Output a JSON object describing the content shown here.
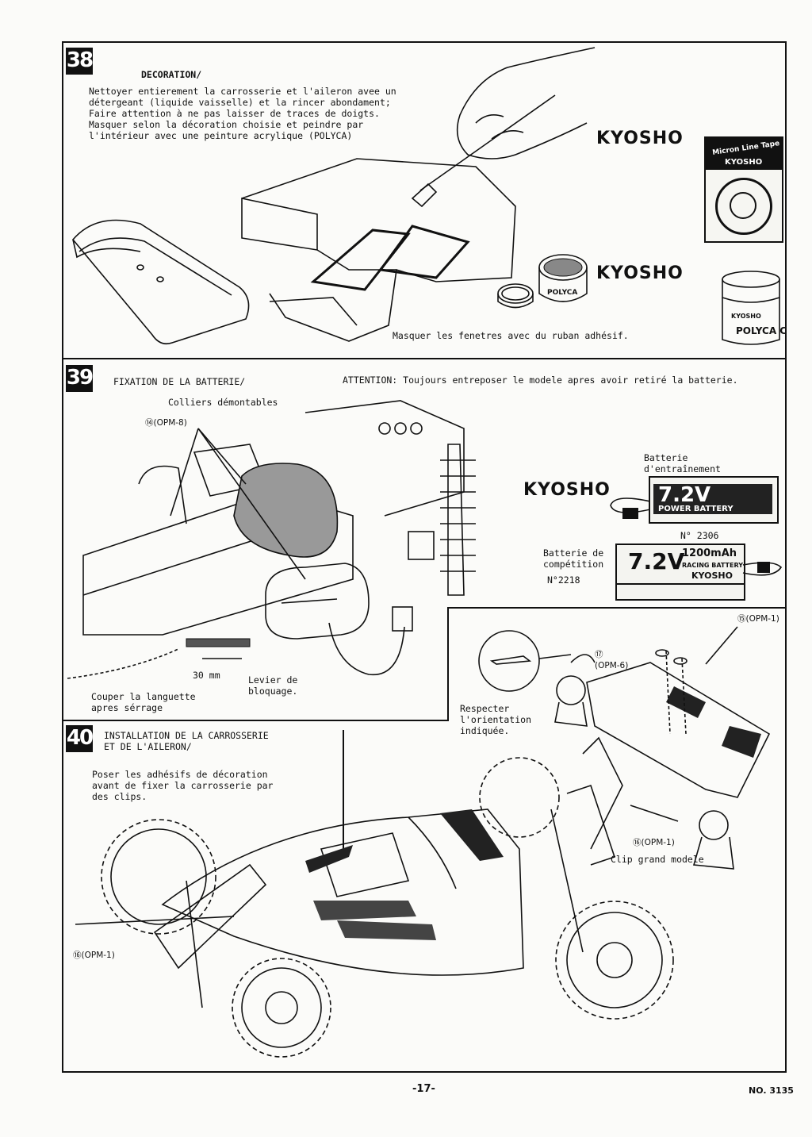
{
  "steps": {
    "s38": {
      "number": "38",
      "title": "DECORATION/",
      "body": "Nettoyer entierement la carrosserie et l'aileron avee un\ndétergeant (liquide vaisselle) et la rincer abondament;\nFaire attention à ne pas laisser de traces de doigts.\nMasquer selon la décoration choisie et peindre par\nl'intérieur avec une peinture acrylique (POLYCA)",
      "mask_note": "Masquer les fenetres avec du ruban adhésif.",
      "brand1": "KYOSHO",
      "brand2": "KYOSHO",
      "tape_label": "Micron Line Tape",
      "tape_brand": "KYOSHO",
      "paint_label": "POLYCA",
      "jar_label": "POLYCA C",
      "jar_brand": "KYOSHO"
    },
    "s39": {
      "number": "39",
      "title": "FIXATION DE LA BATTERIE/",
      "attention": "ATTENTION: Toujours entreposer le modele apres avoir retiré la batterie.",
      "colliers": "Colliers démontables",
      "opm8": "⑭(OPM-8)",
      "dim": "30 mm",
      "couper": "Couper la languette\napres sérrage",
      "levier": "Levier de\nbloquage.",
      "brand": "KYOSHO",
      "batt1_label": "Batterie\nd'entraînement",
      "batt1_text": "7.2V",
      "batt1_sub": "POWER BATTERY",
      "batt1_no": "N° 2306",
      "batt2_label": "Batterie de\ncompétition",
      "batt2_no": "N°2218",
      "batt2_text": "7.2V",
      "batt2_cap": "1200mAh",
      "batt2_sub": "RACING BATTERY",
      "batt2_brand": "KYOSHO"
    },
    "s40": {
      "number": "40",
      "title": "INSTALLATION DE LA CARROSSERIE\nET DE L'AILERON/",
      "body": "Poser les adhésifs de décoration\navant de fixer la carrosserie par\ndes clips.",
      "respecter": "Respecter\nl'orientation\nindiquée.",
      "opm1_a": "⑮(OPM-1)",
      "opm6": "⑰\n(OPM-6)",
      "opm1_b": "⑯(OPM-1)",
      "clip": "Clip grand modele",
      "opm1_c": "⑯(OPM-1)"
    }
  },
  "footer": {
    "page": "-17-",
    "doc_no": "NO. 3135"
  }
}
